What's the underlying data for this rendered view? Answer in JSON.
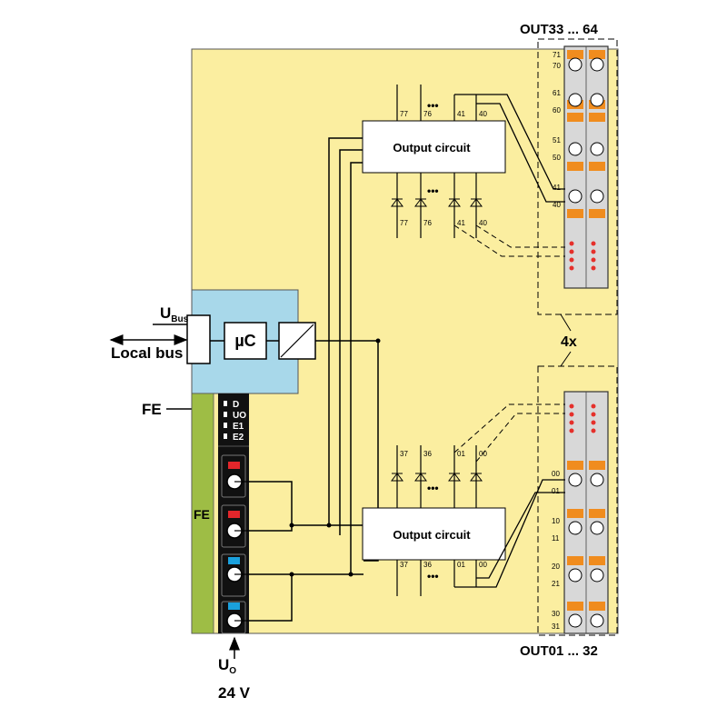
{
  "colors": {
    "module_bg": "#fbeea0",
    "bus_block": "#a8d8ea",
    "fe_strip": "#9ebd45",
    "terminal_gray": "#d8d8d8",
    "terminal_orange": "#f08c1e",
    "led_red": "#e5302b",
    "led_yellow": "#f2c94c",
    "connector_red": "#e3262b",
    "connector_blue": "#1aa0dc"
  },
  "labels": {
    "out_top": "OUT33 ... 64",
    "out_bottom": "OUT01 ... 32",
    "multiplier": "4x",
    "ubus_u": "U",
    "ubus_sub": "Bus",
    "local_bus": "Local bus",
    "mu_c": "µC",
    "fe_left": "FE",
    "fe_strip": "FE",
    "uo_u": "U",
    "uo_sub": "O",
    "voltage": "24 V",
    "output_circuit_top": "Output circuit",
    "output_circuit_bottom": "Output circuit"
  },
  "diagnostic_leds": [
    "D",
    "UO",
    "E1",
    "E2"
  ],
  "top_group": {
    "channels_top": [
      "77",
      "76",
      "41",
      "40"
    ],
    "channels_led": [
      "77",
      "76",
      "41",
      "40"
    ],
    "terminals": [
      "71",
      "70",
      "61",
      "60",
      "51",
      "50",
      "41",
      "40"
    ]
  },
  "bottom_group": {
    "channels_led": [
      "37",
      "36",
      "01",
      "00"
    ],
    "channels_bottom": [
      "37",
      "36",
      "01",
      "00"
    ],
    "terminals": [
      "00",
      "01",
      "10",
      "11",
      "20",
      "21",
      "30",
      "31"
    ]
  },
  "ellipsis": "•••"
}
